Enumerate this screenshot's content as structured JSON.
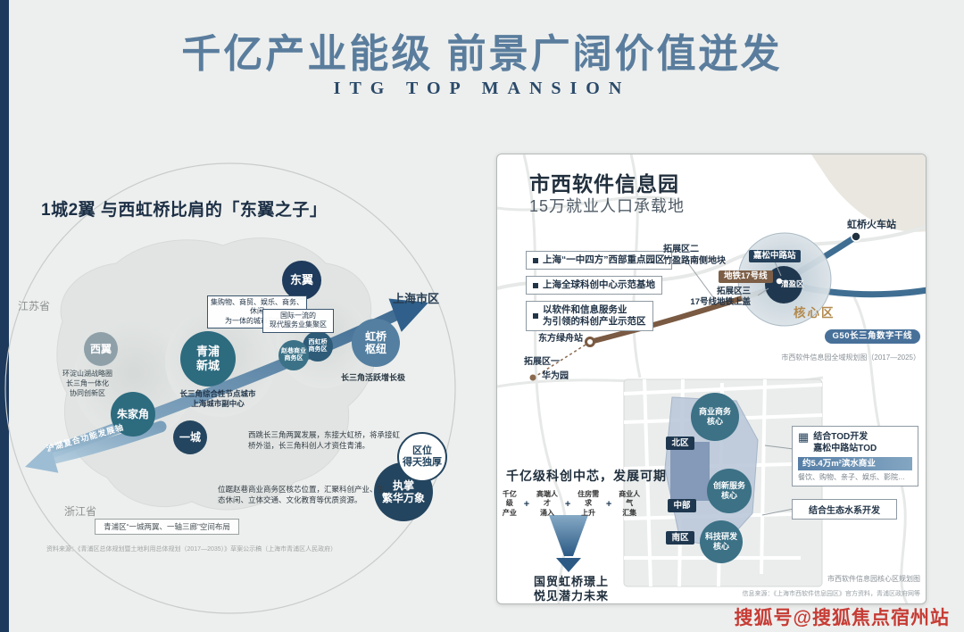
{
  "header": {
    "title": "千亿产业能级  前景广阔价值迸发",
    "subtitle": "ITG TOP MANSION"
  },
  "watermark": "搜狐号@搜狐焦点宿州站",
  "colors": {
    "navy": "#1e3a5c",
    "teal": "#2d6b7f",
    "steel": "#547fa0",
    "gold": "#b2894d",
    "brown": "#7d5f47",
    "metro_blue": "#3f6e92"
  },
  "left": {
    "title": "1城2翼 与西虹桥比肩的「东翼之子」",
    "jiangsu": "江苏省",
    "zhejiang": "浙江省",
    "shanghai": "上海市区",
    "nodes": {
      "dongyi": "东翼",
      "xiyi": "西翼",
      "qingpu": "青浦\n新城",
      "zhujiajiao": "朱家角",
      "yicheng": "一城",
      "hongqiao": "虹桥\n枢纽",
      "zhaoxiang": "赵巷商业\n商务区",
      "xihongqiao": "西虹桥\n商务区"
    },
    "dongyi_box": "集购物、商贸、娱乐、商务、休闲\n为一体的城市副中心",
    "intl_box": "国际一流的\n现代服务业集聚区",
    "xiyi_note": "环淀山湖战略圈\n长三角一体化\n协同创新区",
    "yicheng_note": "长三角综合性节点城市\n上海城市副中心",
    "growth_note": "长三角活跃增长极",
    "para1": "西跳长三角两翼发展，东接大虹桥，将承接虹桥外溢，长三角科创人才资住青浦。",
    "badge1": "区位\n得天独厚",
    "badge2": "执掌\n繁华万象",
    "para2": "位踞赵巷商业商务区核芯位置，汇聚科创产业、生态休闲、立体交通、文化教育等优质资源。",
    "axis_label": "沪湖复合功能发展轴",
    "layout_box": "青浦区“一城两翼、一轴三廊”空间布局",
    "source": "资料来源：《青浦区总体规划暨土地利用总体规划（2017—2035）》草案公示稿（上海市青浦区人民政府）"
  },
  "right": {
    "title": "市西软件信息园",
    "subtitle": "15万就业人口承载地",
    "bullets": [
      "上海“一中四方”西部重点园区",
      "上海全球科创中心示范基地",
      "以软件和信息服务业\n为引领的科创产业示范区"
    ],
    "expand2": "拓展区二\n竹盈路南侧地块",
    "station_jiasong": "嘉松中路站",
    "line17": "地铁17号线",
    "caoying": "漕盈区",
    "expand3": "拓展区三\n17号线地铁上盖",
    "core": "核心区",
    "station_dongfang": "东方绿舟站",
    "expand1": "拓展区一",
    "huawei": "华为园",
    "hongqiao_station": "虹桥火车站",
    "g50": "G50长三角数字干线",
    "plan_caption": "市西软件信息园全域规划图（2017—2025）",
    "biz_core": "商业商务\n核心",
    "north": "北区",
    "middle": "中部",
    "south": "南区",
    "innov_core": "创新服务\n核心",
    "tech_core": "科技研发\n核心",
    "tod_title": "结合TOD开发",
    "tod_sub": "嘉松中路站TOD",
    "tod_highlight": "约5.4万m²滨水商业",
    "tod_detail": "餐饮、购物、亲子、娱乐、影院…",
    "eco_box": "结合生态水系开发",
    "section_title": "千亿级科创中芯，发展可期",
    "flow": [
      "千亿级\n产业",
      "高端人才\n涌入",
      "住房需求\n上升",
      "商业人气\n汇集"
    ],
    "plus": "+",
    "slogan1": "国贸虹桥璟上",
    "slogan2": "悦见潜力未来",
    "core_plan_caption": "市西软件信息园核心区规划图",
    "source": "信息来源：《上海市西软件信息园区》官方资料，青浦区政府网等"
  }
}
